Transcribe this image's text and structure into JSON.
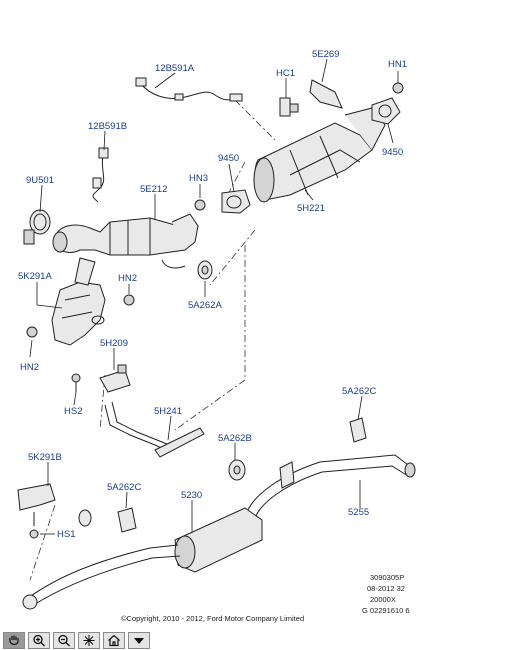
{
  "labels": {
    "p12b591a": "12B591A",
    "p12b591b": "12B591B",
    "p9u501": "9U501",
    "p5e212": "5E212",
    "p5k291a": "5K291A",
    "hn2_top": "HN2",
    "hn2_bottom": "HN2",
    "p5a262a": "5A262A",
    "hn3": "HN3",
    "p9450_left": "9450",
    "p9450_right": "9450",
    "hc1": "HC1",
    "p5e269": "5E269",
    "hn1": "HN1",
    "p5h221": "5H221",
    "p5h209": "5H209",
    "hs2": "HS2",
    "p5h241": "5H241",
    "p5a262b": "5A262B",
    "p5a262c_right": "5A262C",
    "p5a262c_left": "5A262C",
    "p5230": "5230",
    "p5255": "5255",
    "p5k291b": "5K291B",
    "hs1": "HS1"
  },
  "reference": {
    "line1": "3090305P",
    "line2": "08-2012 32",
    "line3": "20000X",
    "line4": "G 02291610 6"
  },
  "copyright": "©Copyright, 2010 - 2012, Ford Motor Company Limited",
  "toolbar": {
    "tools": [
      {
        "name": "pan-tool",
        "icon": "hand-icon",
        "active": true
      },
      {
        "name": "zoom-in-tool",
        "icon": "zoom-in-icon",
        "active": false
      },
      {
        "name": "zoom-out-tool",
        "icon": "zoom-out-icon",
        "active": false
      },
      {
        "name": "fit-tool",
        "icon": "fit-icon",
        "active": false
      },
      {
        "name": "home-tool",
        "icon": "home-icon",
        "active": false
      },
      {
        "name": "menu-tool",
        "icon": "menu-arrow-icon",
        "active": false
      }
    ]
  },
  "colors": {
    "label": "#1a3d8f",
    "line": "#222222"
  }
}
